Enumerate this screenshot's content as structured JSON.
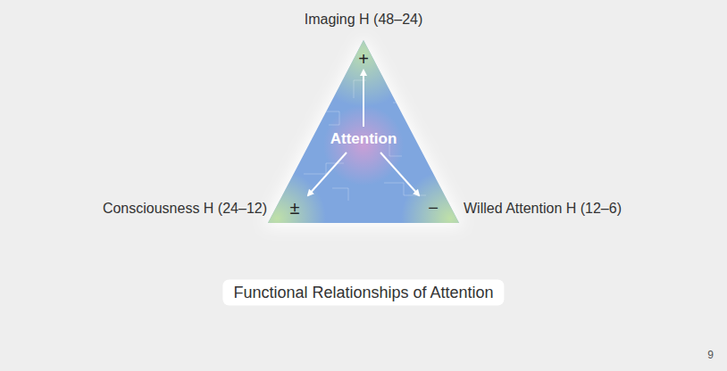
{
  "diagram": {
    "caption": "Functional Relationships of Attention",
    "nodes": [
      {
        "text": [
          "Attention"
        ]
      }
    ],
    "labels": [
      "Imaging H (48–24)",
      "+",
      "Consciousness H (24–12)",
      "±",
      "Willed Attention H (12–6)",
      "−",
      "9"
    ]
  }
}
